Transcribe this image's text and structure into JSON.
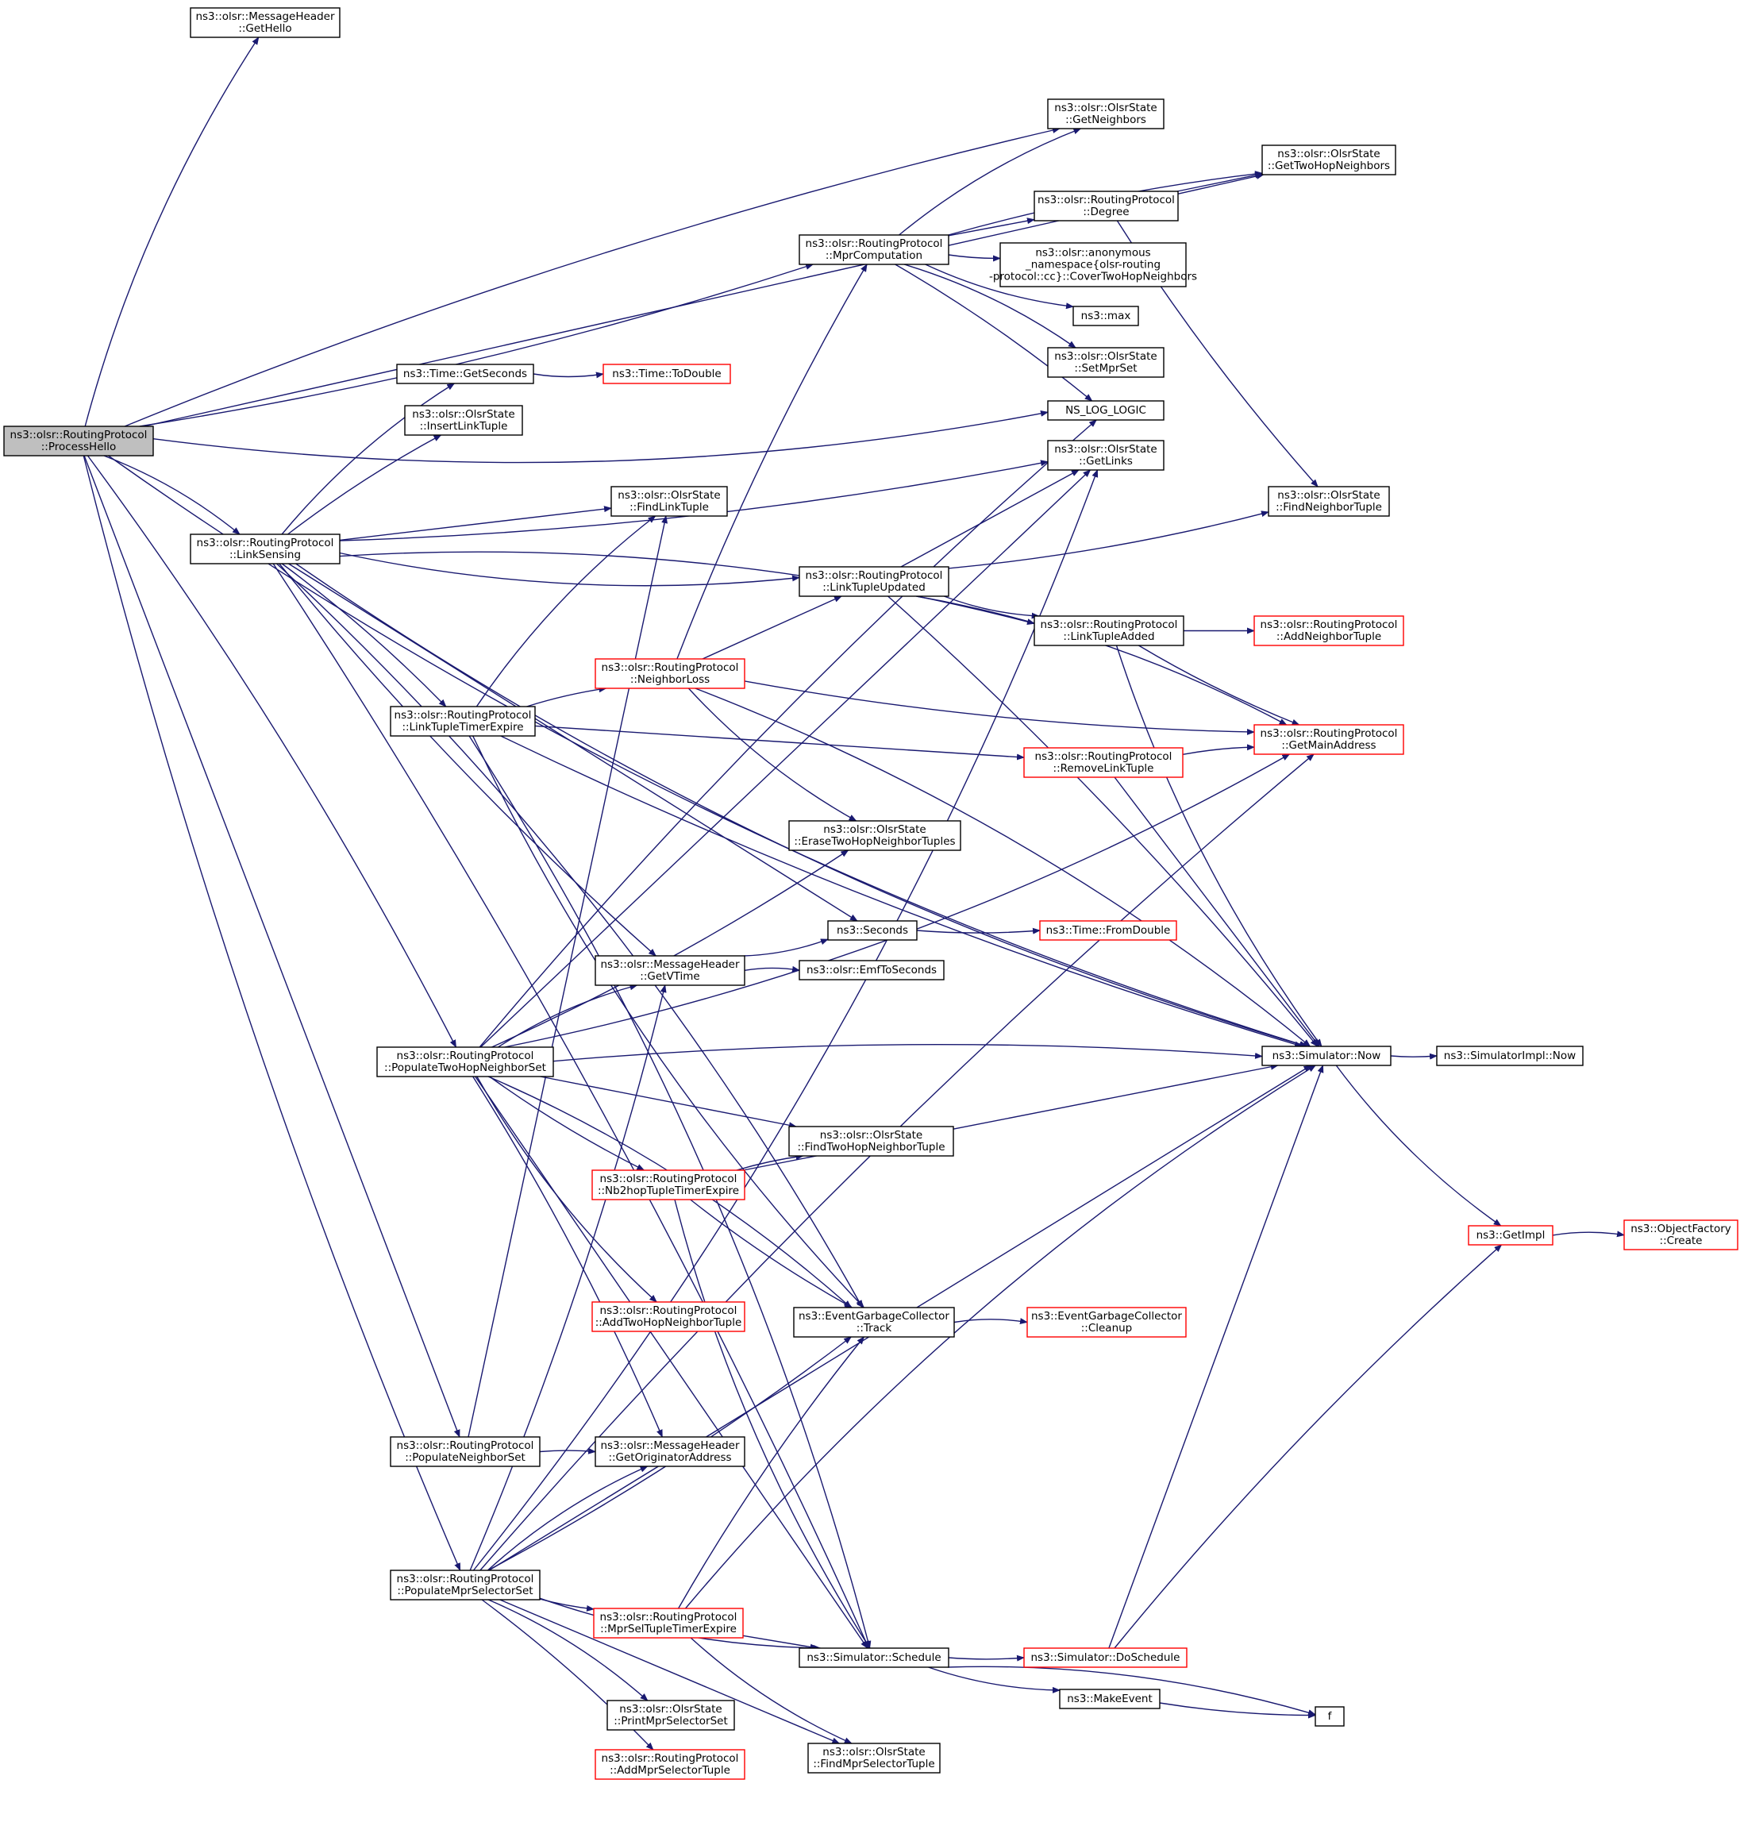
{
  "colors": {
    "edge": "#191970",
    "node_border": "#000000",
    "node_border_truncated": "#ff0000",
    "node_fill": "#ffffff",
    "root_fill": "#bfbfbf",
    "text": "#000000"
  },
  "nodes": [
    {
      "id": "process_hello",
      "lines": [
        "ns3::olsr::RoutingProtocol",
        "::ProcessHello"
      ],
      "style": "root"
    },
    {
      "id": "get_hello",
      "lines": [
        "ns3::olsr::MessageHeader",
        "::GetHello"
      ],
      "style": "normal"
    },
    {
      "id": "get_neighbors",
      "lines": [
        "ns3::olsr::OlsrState",
        "::GetNeighbors"
      ],
      "style": "normal"
    },
    {
      "id": "get_two_hop_neighbors",
      "lines": [
        "ns3::olsr::OlsrState",
        "::GetTwoHopNeighbors"
      ],
      "style": "normal"
    },
    {
      "id": "degree",
      "lines": [
        "ns3::olsr::RoutingProtocol",
        "::Degree"
      ],
      "style": "normal"
    },
    {
      "id": "mpr_computation",
      "lines": [
        "ns3::olsr::RoutingProtocol",
        "::MprComputation"
      ],
      "style": "normal"
    },
    {
      "id": "cover_two_hop",
      "lines": [
        "ns3::olsr::anonymous",
        "_namespace{olsr-routing",
        "-protocol::cc}::CoverTwoHopNeighbors"
      ],
      "style": "normal"
    },
    {
      "id": "max",
      "lines": [
        "ns3::max"
      ],
      "style": "normal"
    },
    {
      "id": "set_mpr_set",
      "lines": [
        "ns3::olsr::OlsrState",
        "::SetMprSet"
      ],
      "style": "normal"
    },
    {
      "id": "get_seconds",
      "lines": [
        "ns3::Time::GetSeconds"
      ],
      "style": "normal"
    },
    {
      "id": "to_double",
      "lines": [
        "ns3::Time::ToDouble"
      ],
      "style": "truncated"
    },
    {
      "id": "ns_log_logic",
      "lines": [
        "NS_LOG_LOGIC"
      ],
      "style": "normal"
    },
    {
      "id": "insert_link_tuple",
      "lines": [
        "ns3::olsr::OlsrState",
        "::InsertLinkTuple"
      ],
      "style": "normal"
    },
    {
      "id": "get_links",
      "lines": [
        "ns3::olsr::OlsrState",
        "::GetLinks"
      ],
      "style": "normal"
    },
    {
      "id": "find_link_tuple",
      "lines": [
        "ns3::olsr::OlsrState",
        "::FindLinkTuple"
      ],
      "style": "normal"
    },
    {
      "id": "find_neighbor_tuple",
      "lines": [
        "ns3::olsr::OlsrState",
        "::FindNeighborTuple"
      ],
      "style": "normal"
    },
    {
      "id": "link_sensing",
      "lines": [
        "ns3::olsr::RoutingProtocol",
        "::LinkSensing"
      ],
      "style": "normal"
    },
    {
      "id": "link_tuple_updated",
      "lines": [
        "ns3::olsr::RoutingProtocol",
        "::LinkTupleUpdated"
      ],
      "style": "normal"
    },
    {
      "id": "link_tuple_added",
      "lines": [
        "ns3::olsr::RoutingProtocol",
        "::LinkTupleAdded"
      ],
      "style": "normal"
    },
    {
      "id": "add_neighbor_tuple",
      "lines": [
        "ns3::olsr::RoutingProtocol",
        "::AddNeighborTuple"
      ],
      "style": "truncated"
    },
    {
      "id": "neighbor_loss",
      "lines": [
        "ns3::olsr::RoutingProtocol",
        "::NeighborLoss"
      ],
      "style": "truncated"
    },
    {
      "id": "link_tuple_timer_expire",
      "lines": [
        "ns3::olsr::RoutingProtocol",
        "::LinkTupleTimerExpire"
      ],
      "style": "normal"
    },
    {
      "id": "get_main_address",
      "lines": [
        "ns3::olsr::RoutingProtocol",
        "::GetMainAddress"
      ],
      "style": "truncated"
    },
    {
      "id": "remove_link_tuple",
      "lines": [
        "ns3::olsr::RoutingProtocol",
        "::RemoveLinkTuple"
      ],
      "style": "truncated"
    },
    {
      "id": "erase_two_hop",
      "lines": [
        "ns3::olsr::OlsrState",
        "::EraseTwoHopNeighborTuples"
      ],
      "style": "normal"
    },
    {
      "id": "seconds",
      "lines": [
        "ns3::Seconds"
      ],
      "style": "normal"
    },
    {
      "id": "from_double",
      "lines": [
        "ns3::Time::FromDouble"
      ],
      "style": "truncated"
    },
    {
      "id": "get_vtime",
      "lines": [
        "ns3::olsr::MessageHeader",
        "::GetVTime"
      ],
      "style": "normal"
    },
    {
      "id": "emf_to_seconds",
      "lines": [
        "ns3::olsr::EmfToSeconds"
      ],
      "style": "normal"
    },
    {
      "id": "populate_two_hop",
      "lines": [
        "ns3::olsr::RoutingProtocol",
        "::PopulateTwoHopNeighborSet"
      ],
      "style": "normal"
    },
    {
      "id": "simulator_now",
      "lines": [
        "ns3::Simulator::Now"
      ],
      "style": "normal"
    },
    {
      "id": "simulator_impl_now",
      "lines": [
        "ns3::SimulatorImpl::Now"
      ],
      "style": "normal"
    },
    {
      "id": "find_two_hop_tuple",
      "lines": [
        "ns3::olsr::OlsrState",
        "::FindTwoHopNeighborTuple"
      ],
      "style": "normal"
    },
    {
      "id": "nb2hop_expire",
      "lines": [
        "ns3::olsr::RoutingProtocol",
        "::Nb2hopTupleTimerExpire"
      ],
      "style": "truncated"
    },
    {
      "id": "get_impl",
      "lines": [
        "ns3::GetImpl"
      ],
      "style": "truncated"
    },
    {
      "id": "object_factory_create",
      "lines": [
        "ns3::ObjectFactory",
        "::Create"
      ],
      "style": "truncated"
    },
    {
      "id": "add_two_hop_tuple",
      "lines": [
        "ns3::olsr::RoutingProtocol",
        "::AddTwoHopNeighborTuple"
      ],
      "style": "truncated"
    },
    {
      "id": "egc_track",
      "lines": [
        "ns3::EventGarbageCollector",
        "::Track"
      ],
      "style": "normal"
    },
    {
      "id": "egc_cleanup",
      "lines": [
        "ns3::EventGarbageCollector",
        "::Cleanup"
      ],
      "style": "truncated"
    },
    {
      "id": "populate_neighbor_set",
      "lines": [
        "ns3::olsr::RoutingProtocol",
        "::PopulateNeighborSet"
      ],
      "style": "normal"
    },
    {
      "id": "get_originator",
      "lines": [
        "ns3::olsr::MessageHeader",
        "::GetOriginatorAddress"
      ],
      "style": "normal"
    },
    {
      "id": "populate_mpr_selector",
      "lines": [
        "ns3::olsr::RoutingProtocol",
        "::PopulateMprSelectorSet"
      ],
      "style": "normal"
    },
    {
      "id": "mpr_sel_expire",
      "lines": [
        "ns3::olsr::RoutingProtocol",
        "::MprSelTupleTimerExpire"
      ],
      "style": "truncated"
    },
    {
      "id": "simulator_schedule",
      "lines": [
        "ns3::Simulator::Schedule"
      ],
      "style": "normal"
    },
    {
      "id": "do_schedule",
      "lines": [
        "ns3::Simulator::DoSchedule"
      ],
      "style": "truncated"
    },
    {
      "id": "make_event",
      "lines": [
        "ns3::MakeEvent"
      ],
      "style": "normal"
    },
    {
      "id": "f",
      "lines": [
        "f"
      ],
      "style": "normal"
    },
    {
      "id": "print_mpr_selector_set",
      "lines": [
        "ns3::olsr::OlsrState",
        "::PrintMprSelectorSet"
      ],
      "style": "normal"
    },
    {
      "id": "add_mpr_selector_tuple",
      "lines": [
        "ns3::olsr::RoutingProtocol",
        "::AddMprSelectorTuple"
      ],
      "style": "truncated"
    },
    {
      "id": "find_mpr_selector_tuple",
      "lines": [
        "ns3::olsr::OlsrState",
        "::FindMprSelectorTuple"
      ],
      "style": "normal"
    }
  ],
  "edges": [
    [
      "process_hello",
      "get_hello"
    ],
    [
      "process_hello",
      "get_neighbors"
    ],
    [
      "process_hello",
      "get_two_hop_neighbors"
    ],
    [
      "process_hello",
      "mpr_computation"
    ],
    [
      "process_hello",
      "ns_log_logic"
    ],
    [
      "process_hello",
      "link_sensing"
    ],
    [
      "process_hello",
      "populate_two_hop"
    ],
    [
      "process_hello",
      "populate_neighbor_set"
    ],
    [
      "process_hello",
      "populate_mpr_selector"
    ],
    [
      "process_hello",
      "simulator_now"
    ],
    [
      "mpr_computation",
      "get_neighbors"
    ],
    [
      "mpr_computation",
      "get_two_hop_neighbors"
    ],
    [
      "mpr_computation",
      "degree"
    ],
    [
      "mpr_computation",
      "cover_two_hop"
    ],
    [
      "mpr_computation",
      "max"
    ],
    [
      "mpr_computation",
      "set_mpr_set"
    ],
    [
      "mpr_computation",
      "ns_log_logic"
    ],
    [
      "degree",
      "get_two_hop_neighbors"
    ],
    [
      "degree",
      "find_neighbor_tuple"
    ],
    [
      "get_seconds",
      "to_double"
    ],
    [
      "link_sensing",
      "get_seconds"
    ],
    [
      "link_sensing",
      "insert_link_tuple"
    ],
    [
      "link_sensing",
      "find_link_tuple"
    ],
    [
      "link_sensing",
      "get_links"
    ],
    [
      "link_sensing",
      "link_tuple_updated"
    ],
    [
      "link_sensing",
      "link_tuple_added"
    ],
    [
      "link_sensing",
      "link_tuple_timer_expire"
    ],
    [
      "link_sensing",
      "seconds"
    ],
    [
      "link_sensing",
      "get_vtime"
    ],
    [
      "link_sensing",
      "simulator_now"
    ],
    [
      "link_sensing",
      "egc_track"
    ],
    [
      "link_sensing",
      "simulator_schedule"
    ],
    [
      "link_tuple_updated",
      "get_links"
    ],
    [
      "link_tuple_updated",
      "find_neighbor_tuple"
    ],
    [
      "link_tuple_updated",
      "link_tuple_added"
    ],
    [
      "link_tuple_updated",
      "get_main_address"
    ],
    [
      "link_tuple_updated",
      "simulator_now"
    ],
    [
      "link_tuple_added",
      "add_neighbor_tuple"
    ],
    [
      "link_tuple_added",
      "get_main_address"
    ],
    [
      "link_tuple_added",
      "simulator_now"
    ],
    [
      "link_tuple_timer_expire",
      "find_link_tuple"
    ],
    [
      "link_tuple_timer_expire",
      "neighbor_loss"
    ],
    [
      "link_tuple_timer_expire",
      "remove_link_tuple"
    ],
    [
      "link_tuple_timer_expire",
      "simulator_now"
    ],
    [
      "link_tuple_timer_expire",
      "egc_track"
    ],
    [
      "link_tuple_timer_expire",
      "simulator_schedule"
    ],
    [
      "neighbor_loss",
      "mpr_computation"
    ],
    [
      "neighbor_loss",
      "link_tuple_updated"
    ],
    [
      "neighbor_loss",
      "get_main_address"
    ],
    [
      "neighbor_loss",
      "erase_two_hop"
    ],
    [
      "neighbor_loss",
      "simulator_now"
    ],
    [
      "remove_link_tuple",
      "get_main_address"
    ],
    [
      "remove_link_tuple",
      "simulator_now"
    ],
    [
      "seconds",
      "from_double"
    ],
    [
      "get_vtime",
      "seconds"
    ],
    [
      "get_vtime",
      "emf_to_seconds"
    ],
    [
      "populate_two_hop",
      "ns_log_logic"
    ],
    [
      "populate_two_hop",
      "get_links"
    ],
    [
      "populate_two_hop",
      "erase_two_hop"
    ],
    [
      "populate_two_hop",
      "get_main_address"
    ],
    [
      "populate_two_hop",
      "get_vtime"
    ],
    [
      "populate_two_hop",
      "simulator_now"
    ],
    [
      "populate_two_hop",
      "find_two_hop_tuple"
    ],
    [
      "populate_two_hop",
      "nb2hop_expire"
    ],
    [
      "populate_two_hop",
      "add_two_hop_tuple"
    ],
    [
      "populate_two_hop",
      "egc_track"
    ],
    [
      "populate_two_hop",
      "get_originator"
    ],
    [
      "populate_two_hop",
      "simulator_schedule"
    ],
    [
      "simulator_now",
      "simulator_impl_now"
    ],
    [
      "simulator_now",
      "get_impl"
    ],
    [
      "get_impl",
      "object_factory_create"
    ],
    [
      "nb2hop_expire",
      "find_two_hop_tuple"
    ],
    [
      "nb2hop_expire",
      "simulator_now"
    ],
    [
      "nb2hop_expire",
      "egc_track"
    ],
    [
      "nb2hop_expire",
      "simulator_schedule"
    ],
    [
      "egc_track",
      "egc_cleanup"
    ],
    [
      "populate_neighbor_set",
      "get_originator"
    ],
    [
      "populate_neighbor_set",
      "find_link_tuple"
    ],
    [
      "populate_mpr_selector",
      "get_vtime"
    ],
    [
      "populate_mpr_selector",
      "get_links"
    ],
    [
      "populate_mpr_selector",
      "get_originator"
    ],
    [
      "populate_mpr_selector",
      "get_main_address"
    ],
    [
      "populate_mpr_selector",
      "simulator_now"
    ],
    [
      "populate_mpr_selector",
      "mpr_sel_expire"
    ],
    [
      "populate_mpr_selector",
      "simulator_schedule"
    ],
    [
      "populate_mpr_selector",
      "print_mpr_selector_set"
    ],
    [
      "populate_mpr_selector",
      "add_mpr_selector_tuple"
    ],
    [
      "populate_mpr_selector",
      "find_mpr_selector_tuple"
    ],
    [
      "populate_mpr_selector",
      "egc_track"
    ],
    [
      "mpr_sel_expire",
      "find_mpr_selector_tuple"
    ],
    [
      "mpr_sel_expire",
      "simulator_now"
    ],
    [
      "mpr_sel_expire",
      "egc_track"
    ],
    [
      "mpr_sel_expire",
      "simulator_schedule"
    ],
    [
      "simulator_schedule",
      "do_schedule"
    ],
    [
      "simulator_schedule",
      "make_event"
    ],
    [
      "simulator_schedule",
      "f"
    ],
    [
      "do_schedule",
      "get_impl"
    ],
    [
      "do_schedule",
      "simulator_now"
    ],
    [
      "make_event",
      "f"
    ]
  ]
}
